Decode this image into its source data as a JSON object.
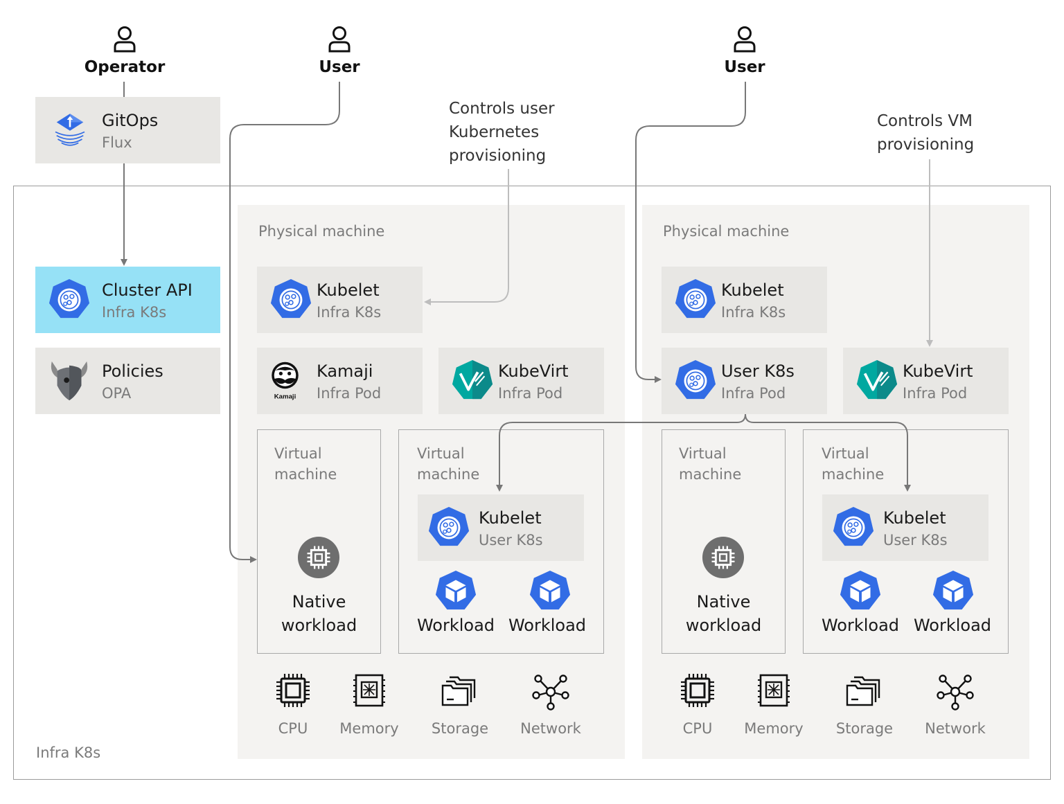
{
  "actors": {
    "operator": "Operator",
    "user_left": "User",
    "user_right": "User"
  },
  "gitops": {
    "title": "GitOps",
    "subtitle": "Flux",
    "icon": "flux-icon"
  },
  "cluster_api": {
    "title": "Cluster API",
    "subtitle": "Infra K8s",
    "icon": "kubernetes-icon",
    "highlight": "#96e1f6"
  },
  "policies": {
    "title": "Policies",
    "subtitle": "OPA",
    "icon": "opa-icon"
  },
  "infra_label": "Infra K8s",
  "notes": {
    "user_k8s": [
      "Controls user",
      "Kubernetes",
      "provisioning"
    ],
    "vm": [
      "Controls VM",
      "provisioning"
    ]
  },
  "machines": [
    {
      "label": "Physical machine",
      "kubelet": {
        "title": "Kubelet",
        "subtitle": "Infra K8s"
      },
      "left_pod": {
        "title": "Kamaji",
        "subtitle": "Infra Pod",
        "icon": "kamaji-icon",
        "icon_text": "Kamaji"
      },
      "right_pod": {
        "title": "KubeVirt",
        "subtitle": "Infra Pod",
        "icon": "kubevirt-icon"
      },
      "vm_native": {
        "label": [
          "Virtual",
          "machine"
        ],
        "workload": [
          "Native",
          "workload"
        ]
      },
      "vm_k8s": {
        "label": [
          "Virtual",
          "machine"
        ],
        "kubelet": {
          "title": "Kubelet",
          "subtitle": "User K8s"
        },
        "workloads": [
          "Workload",
          "Workload"
        ]
      },
      "resources": [
        "CPU",
        "Memory",
        "Storage",
        "Network"
      ]
    },
    {
      "label": "Physical machine",
      "kubelet": {
        "title": "Kubelet",
        "subtitle": "Infra K8s"
      },
      "left_pod": {
        "title": "User K8s",
        "subtitle": "Infra Pod",
        "icon": "kubernetes-icon"
      },
      "right_pod": {
        "title": "KubeVirt",
        "subtitle": "Infra Pod",
        "icon": "kubevirt-icon"
      },
      "vm_native": {
        "label": [
          "Virtual",
          "machine"
        ],
        "workload": [
          "Native",
          "workload"
        ]
      },
      "vm_k8s": {
        "label": [
          "Virtual",
          "machine"
        ],
        "kubelet": {
          "title": "Kubelet",
          "subtitle": "User K8s"
        },
        "workloads": [
          "Workload",
          "Workload"
        ]
      },
      "resources": [
        "CPU",
        "Memory",
        "Storage",
        "Network"
      ]
    }
  ],
  "colors": {
    "k8s_blue": "#326ce5",
    "kubevirt_teal": "#00a6a6",
    "panel": "#f4f3f1",
    "card": "#e8e7e4",
    "wire": "#7a7a7a"
  }
}
